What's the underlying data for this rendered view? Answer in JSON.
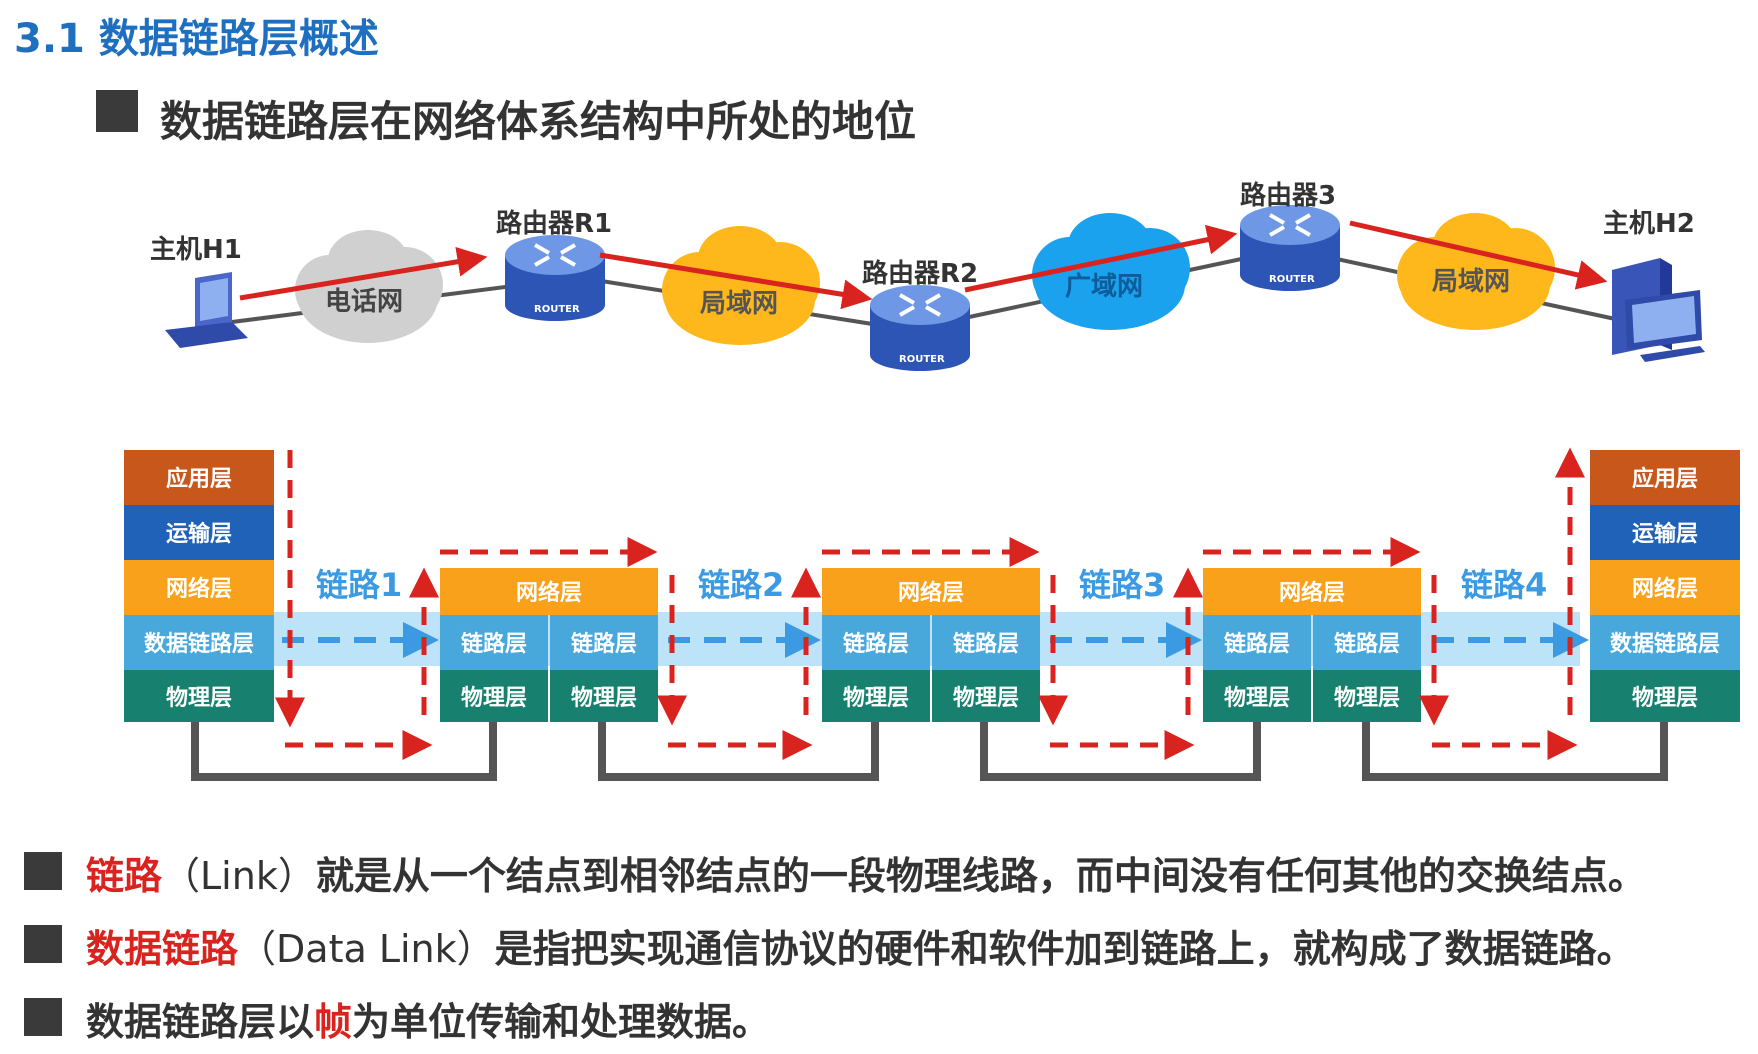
{
  "title": "3.1 数据链路层概述",
  "subtitle": "数据链路层在网络体系结构中所处的地位",
  "topology": {
    "host_h1": "主机H1",
    "host_h2": "主机H2",
    "router_r1": "路由器R1",
    "router_r2": "路由器R2",
    "router_3": "路由器3",
    "router_caption": "ROUTER",
    "cloud_phone": "电话网",
    "cloud_lan1": "局域网",
    "cloud_wan": "广域网",
    "cloud_lan2": "局域网",
    "colors": {
      "phone": "#d0d0d0",
      "lan": "#ffb81c",
      "wan": "#1aa2ee",
      "arrow": "#d9231f"
    }
  },
  "layers": {
    "application": "应用层",
    "transport": "运输层",
    "network": "网络层",
    "datalink": "数据链路层",
    "link": "链路层",
    "physical": "物理层",
    "colors": {
      "application": "#c8571c",
      "transport": "#1f62b8",
      "network": "#f9a11b",
      "datalink": "#48a8dc",
      "physical": "#17806e"
    }
  },
  "links": [
    "链路1",
    "链路2",
    "链路3",
    "链路4"
  ],
  "bullets": {
    "b1_term": "链路",
    "b1_paren": "（Link）",
    "b1_rest": "就是从一个结点到相邻结点的一段物理线路，而中间没有任何其他的交换结点。",
    "b2_term": "数据链路",
    "b2_paren": "（Data Link）",
    "b2_rest": "是指把实现通信协议的硬件和软件加到链路上，就构成了数据链路。",
    "b3_pre": "数据链路层以",
    "b3_term": "帧",
    "b3_post": "为单位传输和处理数据。"
  }
}
